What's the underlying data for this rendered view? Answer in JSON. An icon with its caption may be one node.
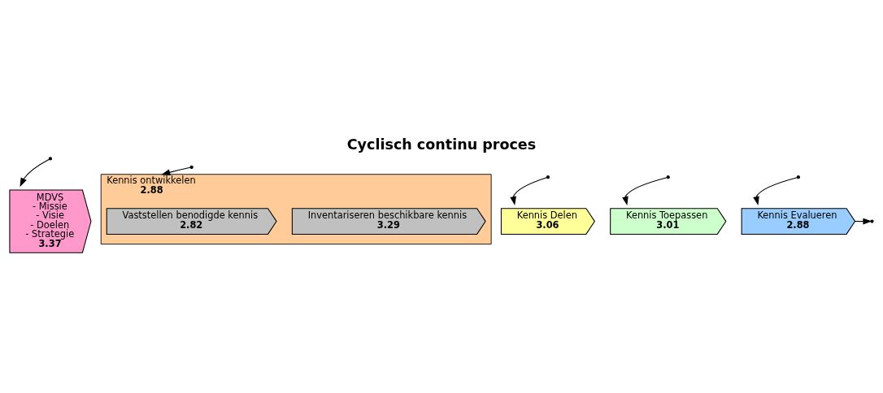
{
  "diagram": {
    "title": "Cyclisch continu proces",
    "nodes": [
      {
        "text": [
          "MDVS",
          "- Missie",
          "- Visie",
          "- Doelen",
          "- Strategie",
          "3.37"
        ]
      },
      {
        "text": [
          "Kennis ontwikkelen",
          "2.88"
        ]
      },
      {
        "text": [
          "Vaststellen benodigde kennis",
          "2.82"
        ],
        "in": 1
      },
      {
        "text": [
          "Inventariseren beschikbare kennis",
          "3.29"
        ],
        "in": 1
      },
      {
        "text": [
          "Kennis Delen",
          "3.06"
        ]
      },
      {
        "text": [
          "Kennis Toepassen",
          "3.01"
        ]
      },
      {
        "text": [
          "Kennis Evalueren",
          "2.88"
        ]
      }
    ],
    "edges": [
      {
        "from": null,
        "to": 0,
        "arrow": "to"
      },
      {
        "from": null,
        "to": 1,
        "arrow": "to"
      },
      {
        "from": null,
        "to": 4,
        "arrow": "to"
      },
      {
        "from": null,
        "to": 5,
        "arrow": "to"
      },
      {
        "from": null,
        "to": 6,
        "arrow": "to"
      },
      {
        "from": 6,
        "to": null,
        "arrow": "to"
      }
    ]
  }
}
